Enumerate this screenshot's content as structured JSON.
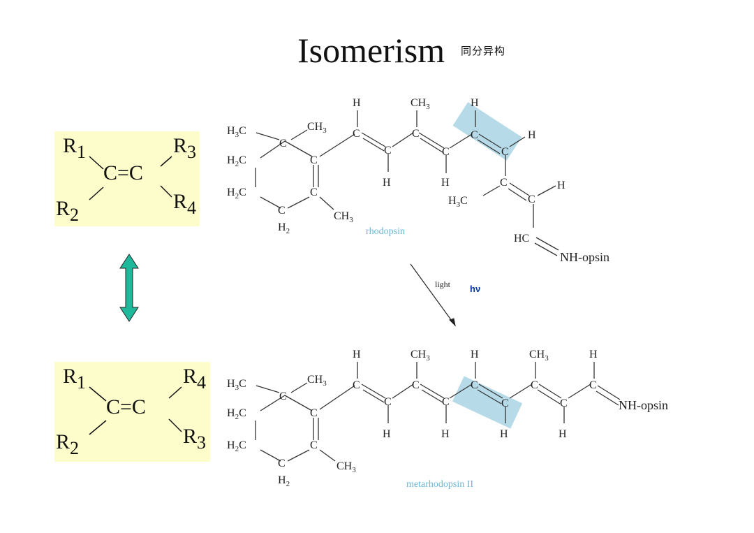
{
  "title": "Isomerism",
  "title_cn": "同分异构",
  "generic_top": {
    "r1": "R",
    "r1_sub": "1",
    "r2": "R",
    "r2_sub": "2",
    "r3": "R",
    "r3_sub": "3",
    "r4": "R",
    "r4_sub": "4",
    "core": "C=C"
  },
  "generic_bottom": {
    "r1": "R",
    "r1_sub": "1",
    "r2": "R",
    "r2_sub": "2",
    "r4": "R",
    "r4_sub": "4",
    "r3": "R",
    "r3_sub": "3",
    "core": "C=C"
  },
  "rhodopsin": {
    "caption": "rhodopsin",
    "end_group": "NH-opsin"
  },
  "metarhodopsin": {
    "caption": "metarhodopsin II",
    "end_group": "NH-opsin"
  },
  "reaction": {
    "condition": "light",
    "symbol": "hν"
  },
  "colors": {
    "box": "#fdfccb",
    "highlight": "#a9d3e3",
    "arrow": "#1fb89a",
    "caption": "#67b8d6"
  }
}
